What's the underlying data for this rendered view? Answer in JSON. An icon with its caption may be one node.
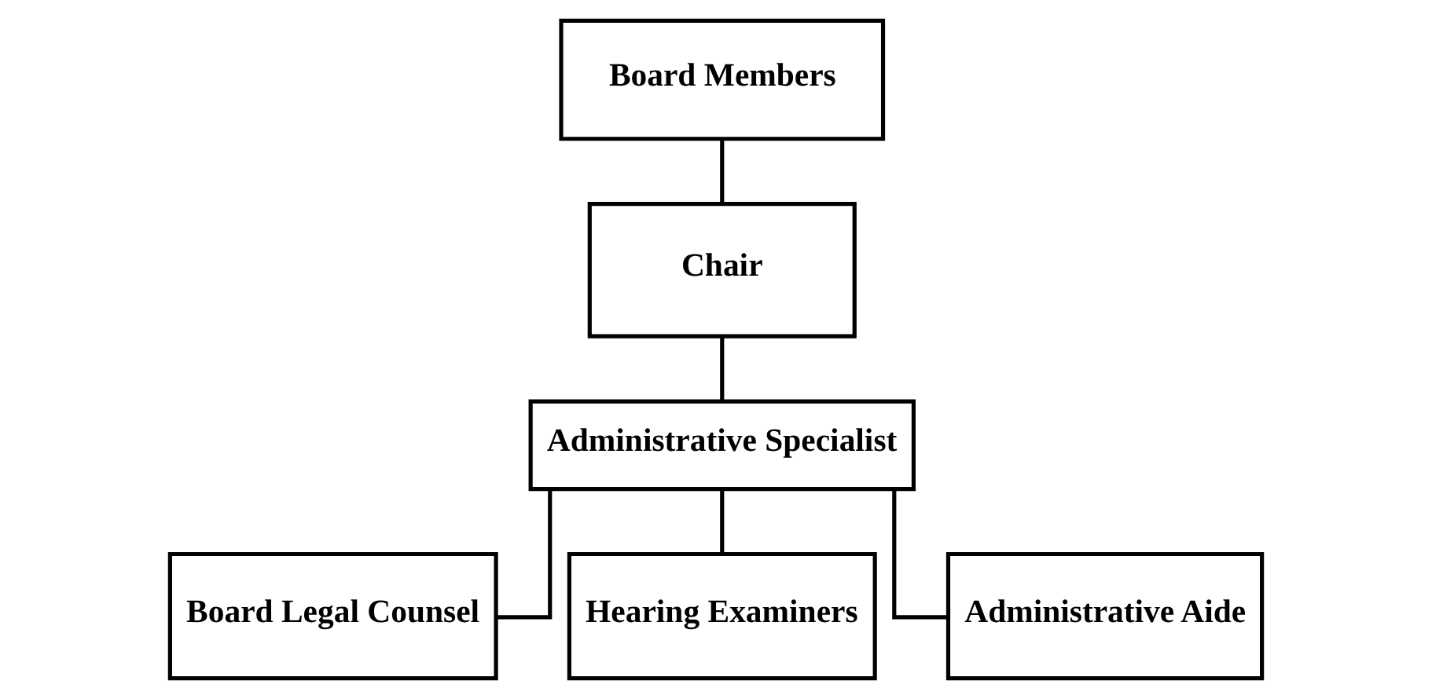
{
  "diagram": {
    "nodes": [
      {
        "text": [
          "Chair"
        ]
      },
      {
        "text": [
          "Board Members"
        ]
      },
      {
        "text": [
          "Administrative Specialist"
        ]
      },
      {
        "text": [
          "Board Legal Counsel"
        ]
      },
      {
        "text": [
          "Hearing Examiners"
        ]
      },
      {
        "text": [
          "Administrative Aide"
        ]
      }
    ],
    "edges": [
      {
        "from": 0,
        "to": 2,
        "arrow": "none"
      },
      {
        "from": 1,
        "to": 0,
        "arrow": "none"
      },
      {
        "from": 2,
        "to": 3,
        "arrow": "none"
      },
      {
        "from": 2,
        "to": 4,
        "arrow": "none"
      },
      {
        "from": 2,
        "to": 5,
        "arrow": "none"
      }
    ]
  }
}
